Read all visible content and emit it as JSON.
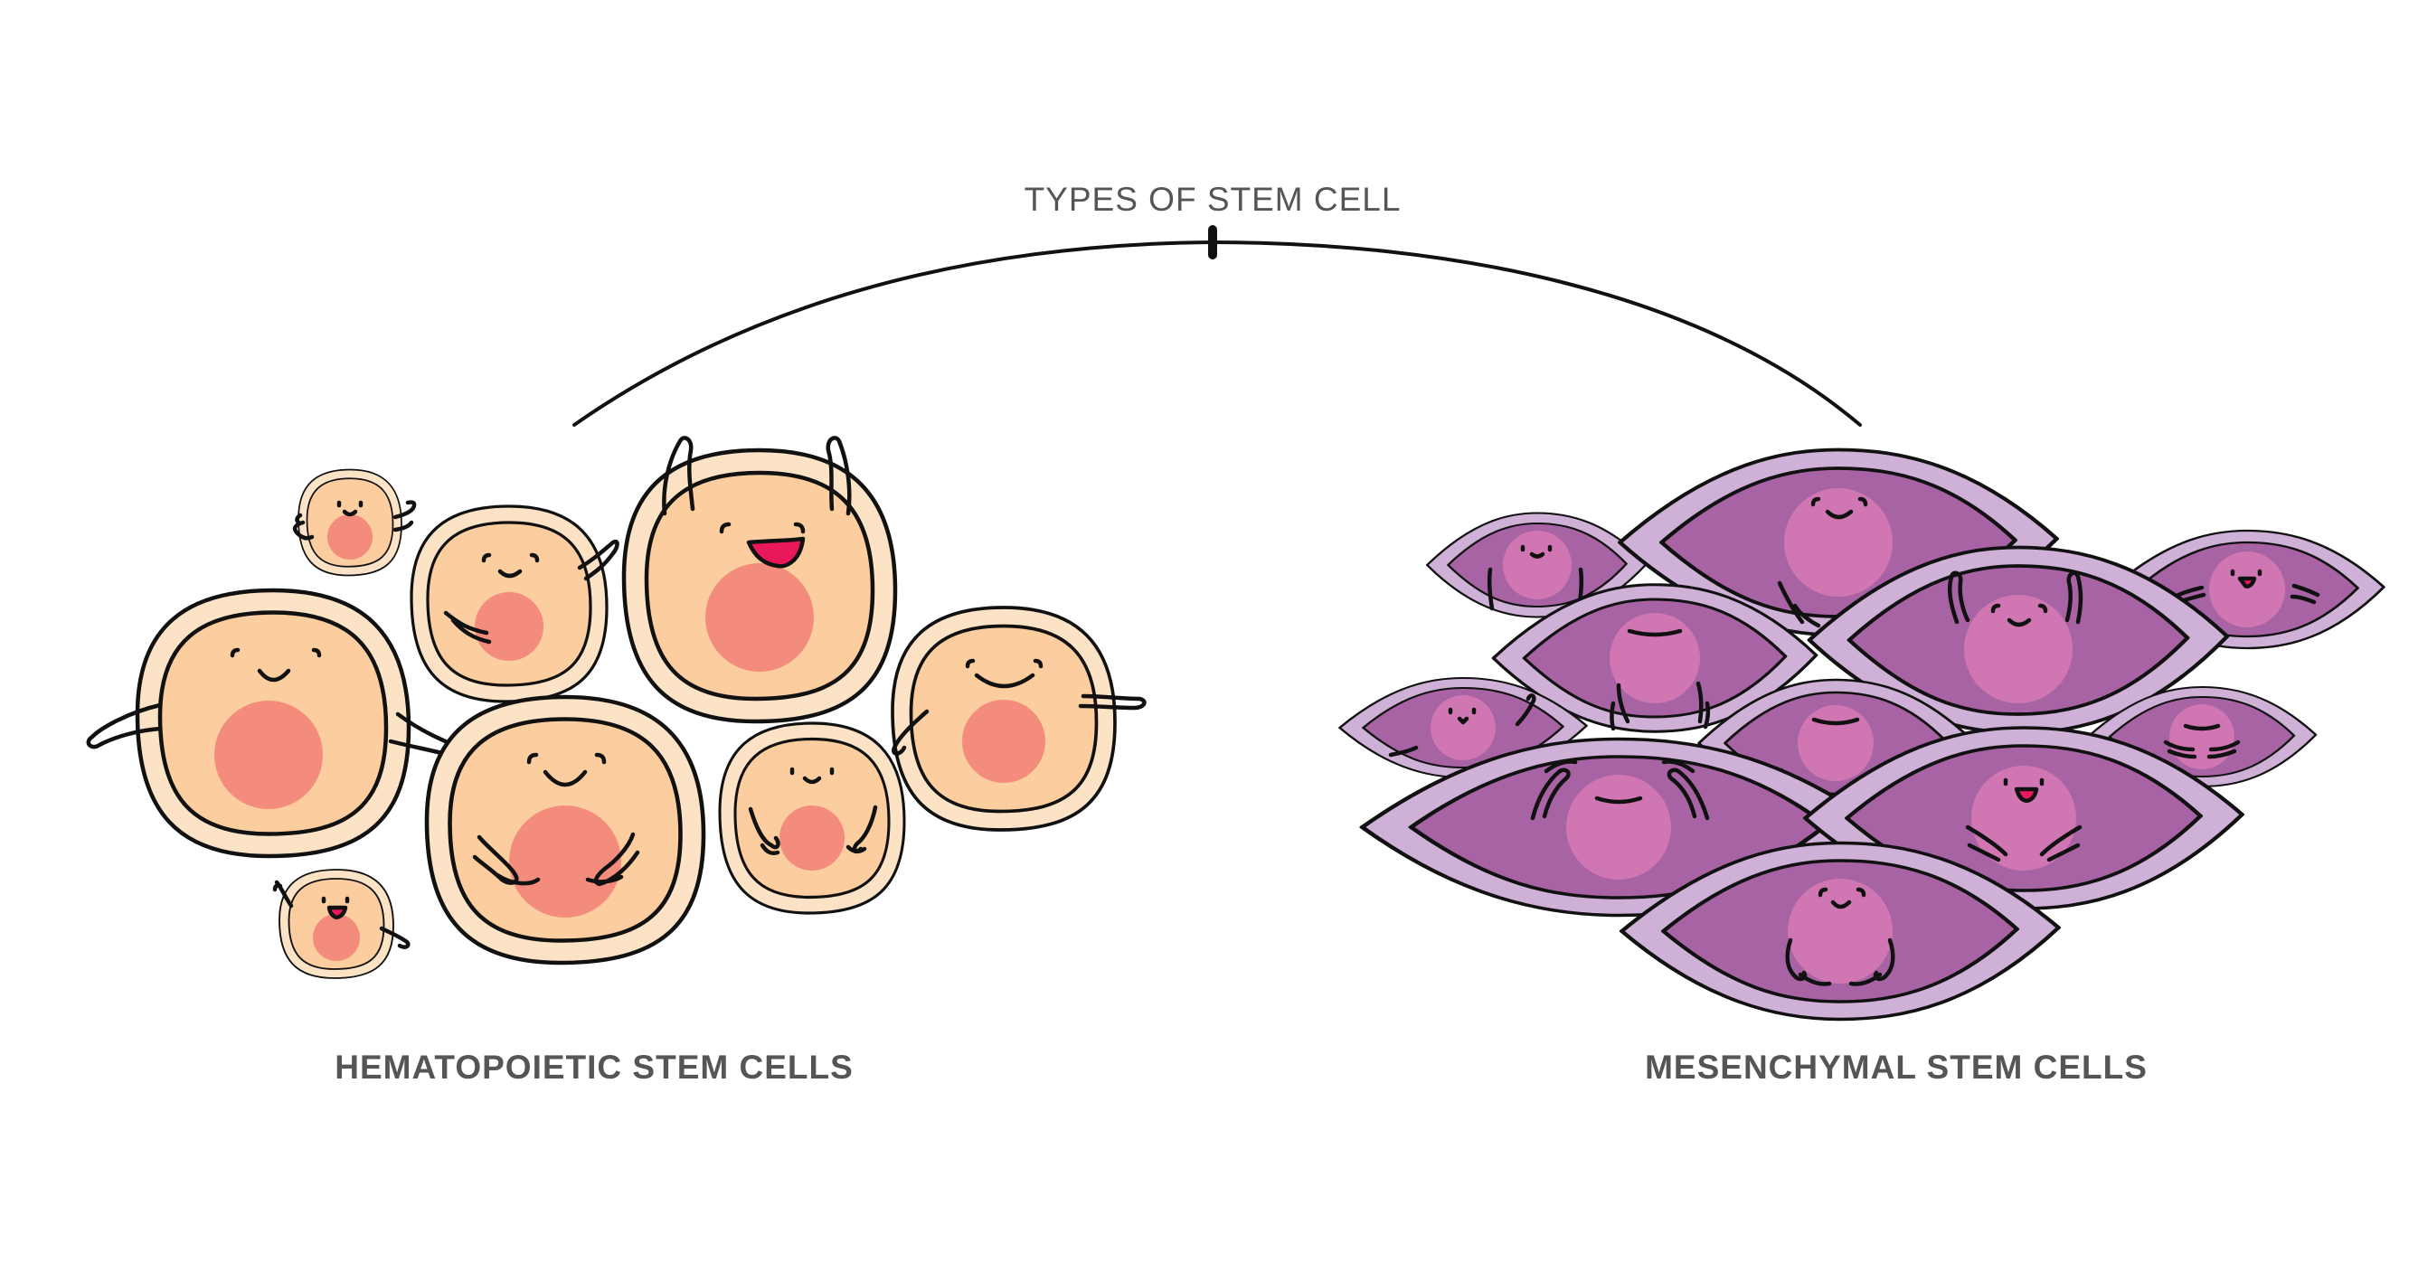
{
  "title": "TYPES OF STEM CELL",
  "branches": [
    {
      "label": "HEMATOPOIETIC STEM CELLS"
    },
    {
      "label": "MESENCHYMAL STEM CELLS"
    }
  ],
  "colors": {
    "hematopoietic_halo": "#fde3c6",
    "hematopoietic_body": "#fbcd9f",
    "hematopoietic_nucleus": "#f48c7e",
    "mesenchymal_halo": "#cfb0d6",
    "mesenchymal_body": "#a863a4",
    "mesenchymal_nucleus": "#d076b2",
    "mouth_open": "#e8185a",
    "line": "#111111",
    "text": "#555555"
  },
  "icons": [
    "smiling-round-cell-icon",
    "smiling-spindle-cell-icon"
  ]
}
